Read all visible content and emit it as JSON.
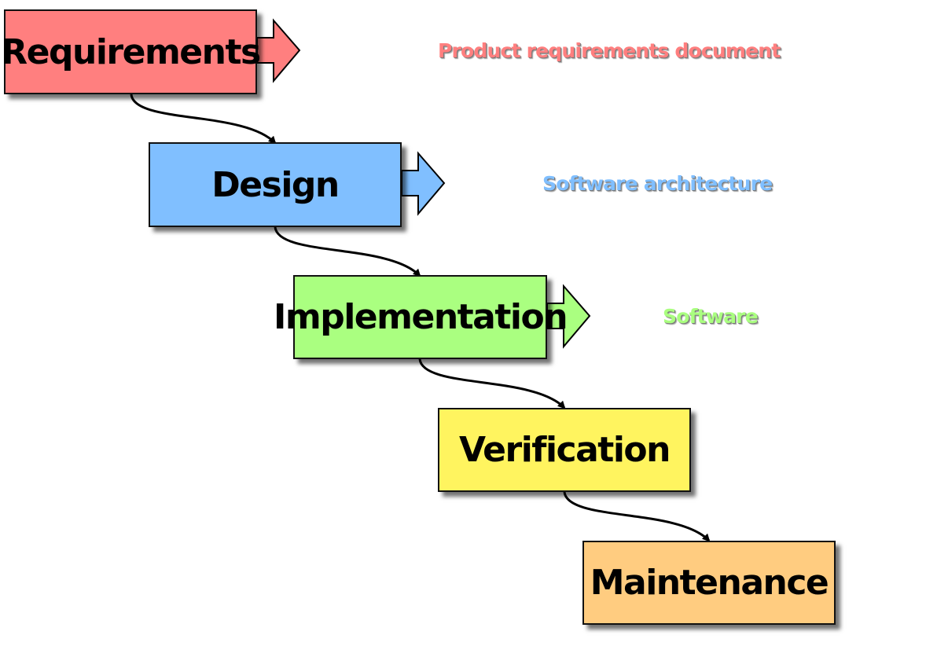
{
  "stages": [
    {
      "label": "Requirements",
      "color": "#ff7f7f",
      "output": "Product requirements document"
    },
    {
      "label": "Design",
      "color": "#80bfff",
      "output": "Software architecture"
    },
    {
      "label": "Implementation",
      "color": "#aaff80",
      "output": "Software"
    },
    {
      "label": "Verification",
      "color": "#fff45f",
      "output": ""
    },
    {
      "label": "Maintenance",
      "color": "#ffcc80",
      "output": ""
    }
  ]
}
